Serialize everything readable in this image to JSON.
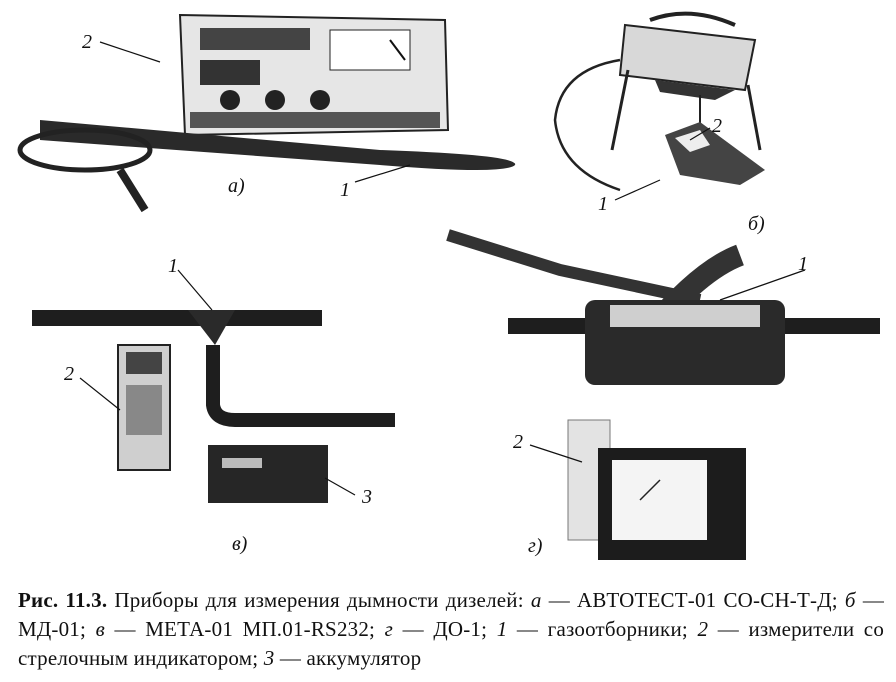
{
  "figure": {
    "panels": {
      "a": {
        "label": "а)",
        "callouts": [
          "2",
          "1"
        ]
      },
      "b": {
        "label": "б)",
        "callouts": [
          "2",
          "1"
        ]
      },
      "v": {
        "label": "в)",
        "callouts": [
          "1",
          "2",
          "3"
        ]
      },
      "g": {
        "label": "г)",
        "callouts": [
          "1",
          "2"
        ]
      }
    }
  },
  "caption": {
    "fig_label": "Рис. 11.3.",
    "lines": [
      "Приборы для измерения дымности дизелей: ",
      "а",
      " — АВТОТЕСТ-01 СО-СН-Т-Д; ",
      "б",
      " — МД-01; ",
      "в",
      " — МЕТА-01 МП.01-RS232; ",
      "г",
      " — ДО-1; ",
      "1",
      " — газоотборники; ",
      "2",
      " — измерители со стрелочным индикатором; ",
      "3",
      " — аккумулятор"
    ]
  }
}
